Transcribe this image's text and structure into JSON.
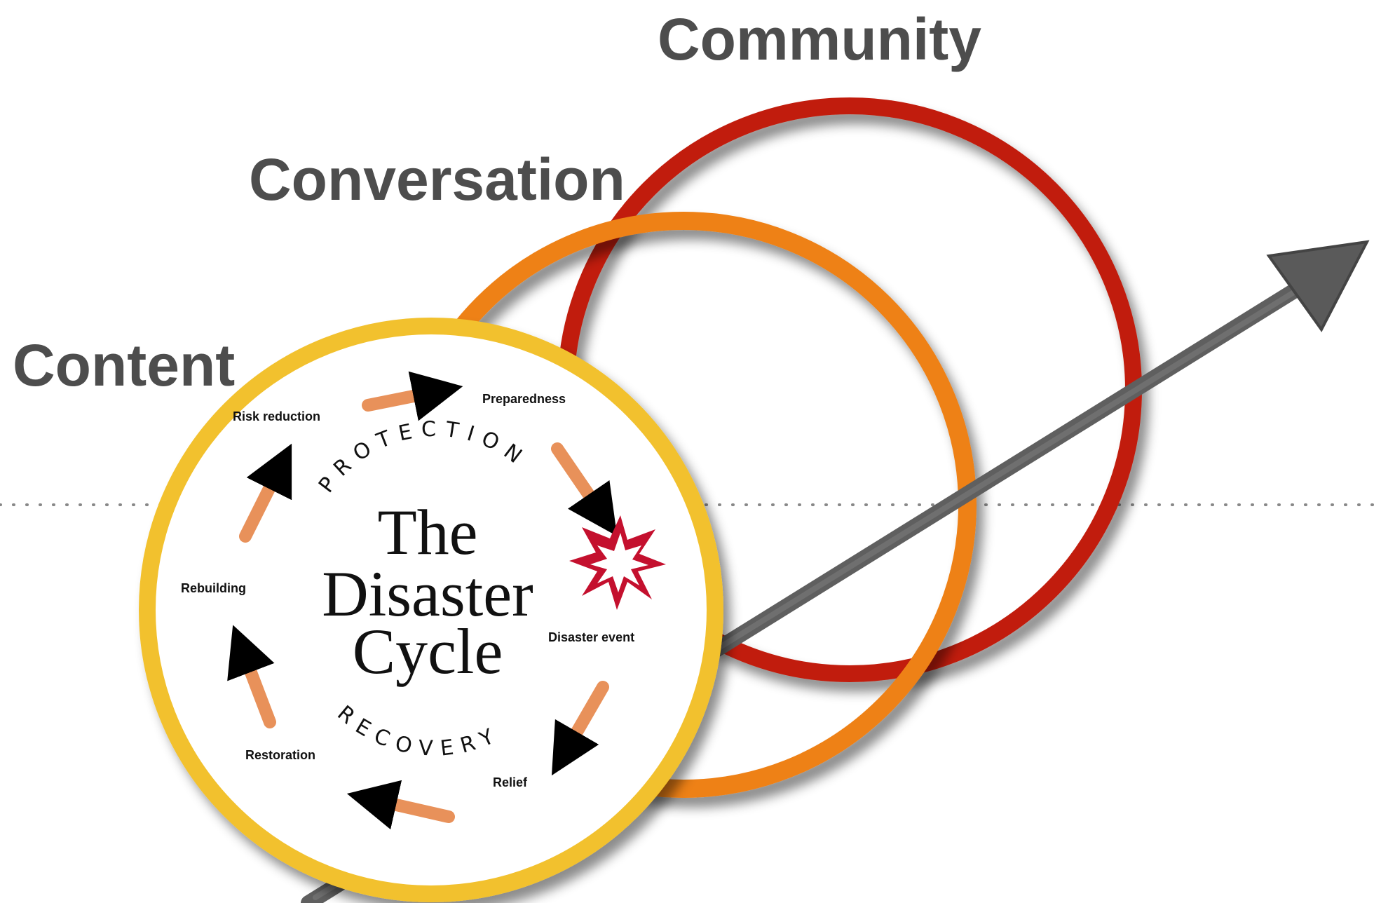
{
  "labels": {
    "content": "Content",
    "conversation": "Conversation",
    "community": "Community"
  },
  "disaster_cycle": {
    "title_line1": "The",
    "title_line2": "Disaster",
    "title_line3": "Cycle",
    "arc_top": "PROTECTION",
    "arc_bottom": "RECOVERY",
    "steps": {
      "risk_reduction": "Risk reduction",
      "preparedness": "Preparedness",
      "disaster_event": "Disaster event",
      "relief": "Relief",
      "restoration": "Restoration",
      "rebuilding": "Rebuilding"
    },
    "arrow_color": "#e8915a",
    "burst_color": "#c4102e"
  },
  "colors": {
    "content_ring": "#f2c12e",
    "conversation_ring": "#ee8118",
    "community_ring": "#c11e0c",
    "label_text": "#4d4d4d",
    "trend_arrow": "#5f5f5f",
    "divider": "#888888"
  },
  "icons": {
    "growth_arrow": "trend-arrow-icon",
    "explosion": "explosion-icon"
  }
}
